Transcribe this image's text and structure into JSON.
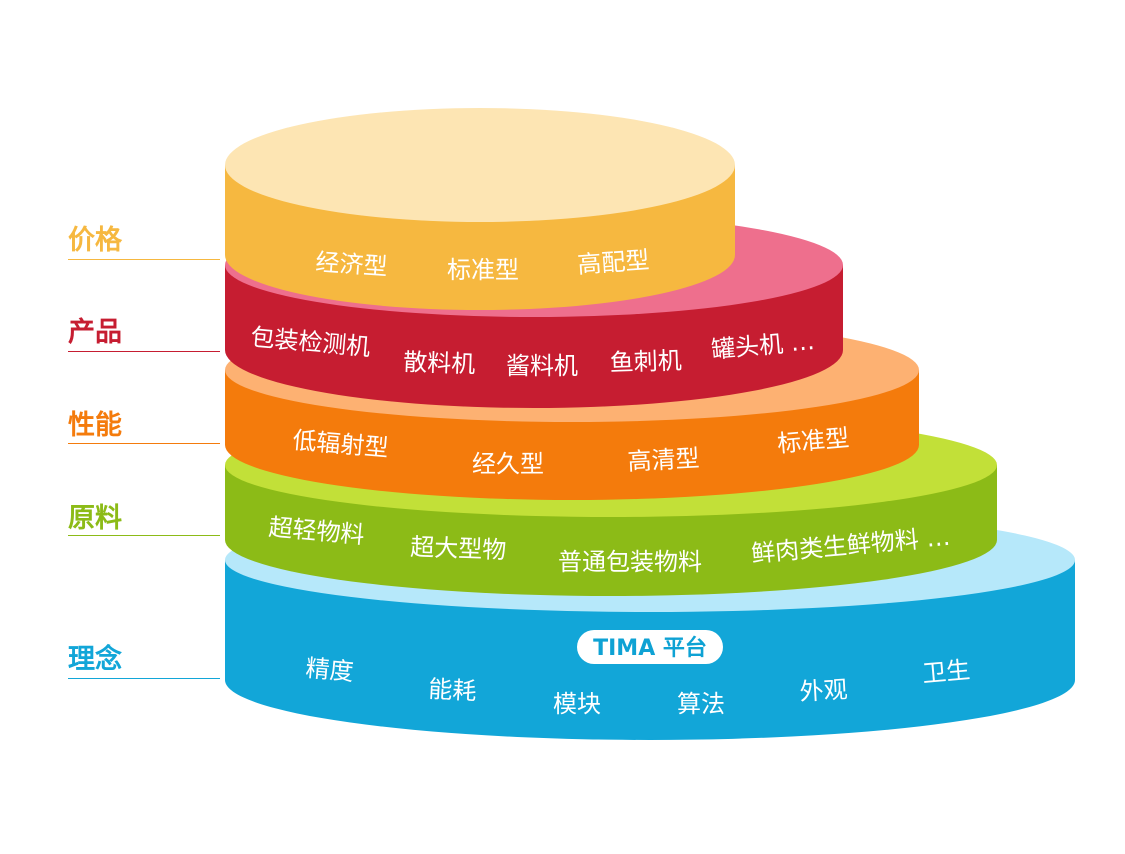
{
  "colors": {
    "price": "#f6b840",
    "product": "#c61d31",
    "performance": "#f47b0c",
    "material": "#8cbb17",
    "concept": "#12a6d8"
  },
  "side_labels": {
    "price": "价格",
    "product": "产品",
    "performance": "性能",
    "material": "原料",
    "concept": "理念"
  },
  "tiers": {
    "price": [
      "经济型",
      "标准型",
      "高配型"
    ],
    "product": [
      "包装检测机",
      "散料机",
      "酱料机",
      "鱼刺机",
      "罐头机 …"
    ],
    "performance": [
      "低辐射型",
      "经久型",
      "高清型",
      "标准型"
    ],
    "material": [
      "超轻物料",
      "超大型物",
      "普通包装物料",
      "鲜肉类生鲜物料 …"
    ],
    "concept": [
      "精度",
      "能耗",
      "模块",
      "算法",
      "外观",
      "卫生"
    ]
  },
  "badge": "TIMA 平台"
}
